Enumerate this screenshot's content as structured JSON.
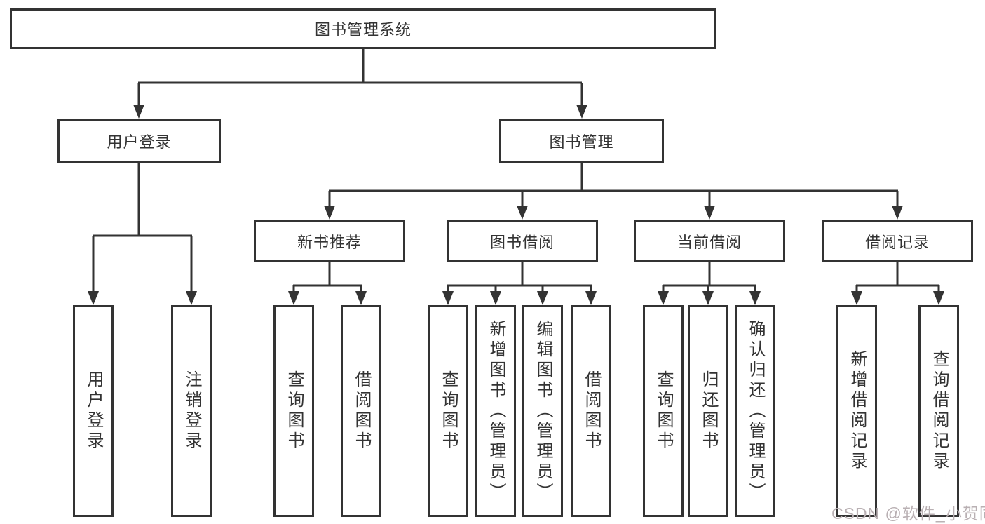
{
  "diagram": {
    "root": {
      "label": "图书管理系统"
    },
    "level2": [
      {
        "label": "用户登录"
      },
      {
        "label": "图书管理"
      }
    ],
    "level3": [
      {
        "label": "新书推荐",
        "parent": "图书管理"
      },
      {
        "label": "图书借阅",
        "parent": "图书管理"
      },
      {
        "label": "当前借阅",
        "parent": "图书管理"
      },
      {
        "label": "借阅记录",
        "parent": "图书管理"
      }
    ],
    "leaves": [
      {
        "label": "用户登录",
        "parent": "用户登录"
      },
      {
        "label": "注销登录",
        "parent": "用户登录"
      },
      {
        "label": "查询图书",
        "parent": "新书推荐"
      },
      {
        "label": "借阅图书",
        "parent": "新书推荐"
      },
      {
        "label": "查询图书",
        "parent": "图书借阅"
      },
      {
        "label": "新增图书（管理员）",
        "parent": "图书借阅"
      },
      {
        "label": "编辑图书（管理员）",
        "parent": "图书借阅"
      },
      {
        "label": "借阅图书",
        "parent": "图书借阅"
      },
      {
        "label": "查询图书",
        "parent": "当前借阅"
      },
      {
        "label": "归还图书",
        "parent": "当前借阅"
      },
      {
        "label": "确认归还（管理员）",
        "parent": "当前借阅"
      },
      {
        "label": "新增借阅记录",
        "parent": "借阅记录"
      },
      {
        "label": "查询借阅记录",
        "parent": "借阅记录"
      }
    ]
  },
  "watermark": {
    "text": "CSDN @软件_小贺同学"
  },
  "colors": {
    "line": "#333333",
    "text": "#333333",
    "watermark": "#b9b0b3",
    "background": "#ffffff"
  }
}
